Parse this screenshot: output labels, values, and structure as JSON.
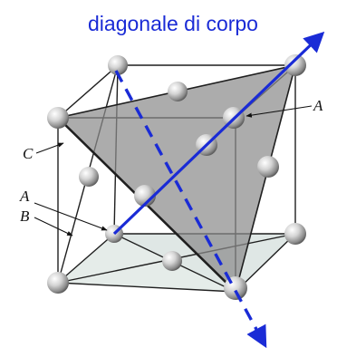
{
  "title": "diagonale di corpo",
  "labels": {
    "a_right": "A",
    "c_left": "C",
    "a_left": "A",
    "b_left": "B"
  },
  "colors": {
    "title": "#1a2bd6",
    "diagonal": "#1a2bd6",
    "plane_fill": "#8c8c8c",
    "base_fill": "#d9e2e0",
    "edge": "#1f1f1f",
    "atom": "#b8b8b8"
  }
}
